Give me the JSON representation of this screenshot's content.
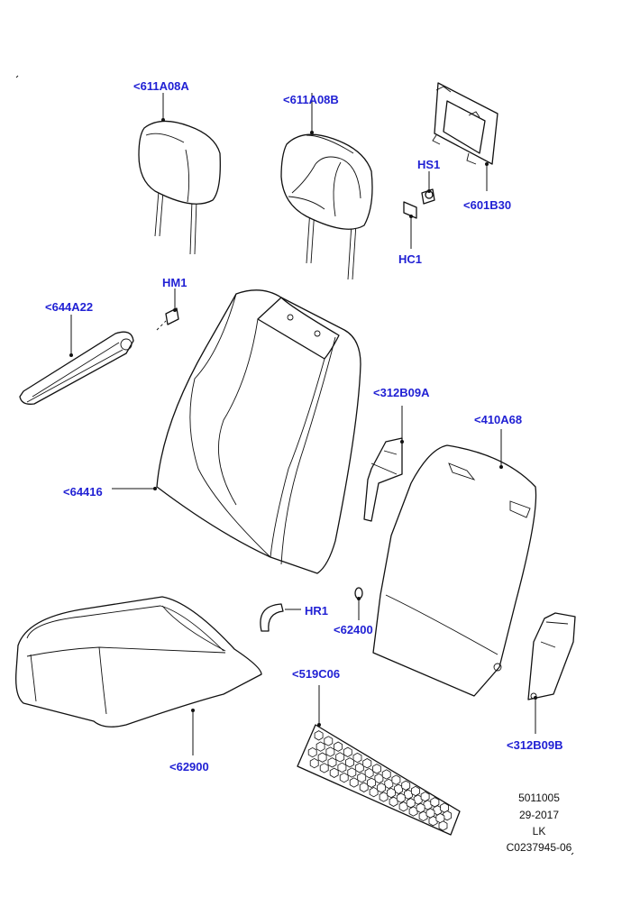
{
  "callouts": {
    "c611A08A": "<611A08A",
    "c611A08B": "<611A08B",
    "cHS1": "HS1",
    "c601B30": "<601B30",
    "cHC1": "HC1",
    "cHM1": "HM1",
    "c644A22": "<644A22",
    "c312B09A": "<312B09A",
    "c410A68": "<410A68",
    "c64416": "<64416",
    "cHR1": "HR1",
    "c62400": "<62400",
    "c519C06": "<519C06",
    "c62900": "<62900",
    "c312B09B": "<312B09B"
  },
  "reference": {
    "line1": "5011005",
    "line2": "29-2017",
    "line3": "LK",
    "line4": "C0237945-06"
  },
  "colors": {
    "callout": "#2121d4",
    "line": "#111111",
    "background": "#ffffff"
  }
}
